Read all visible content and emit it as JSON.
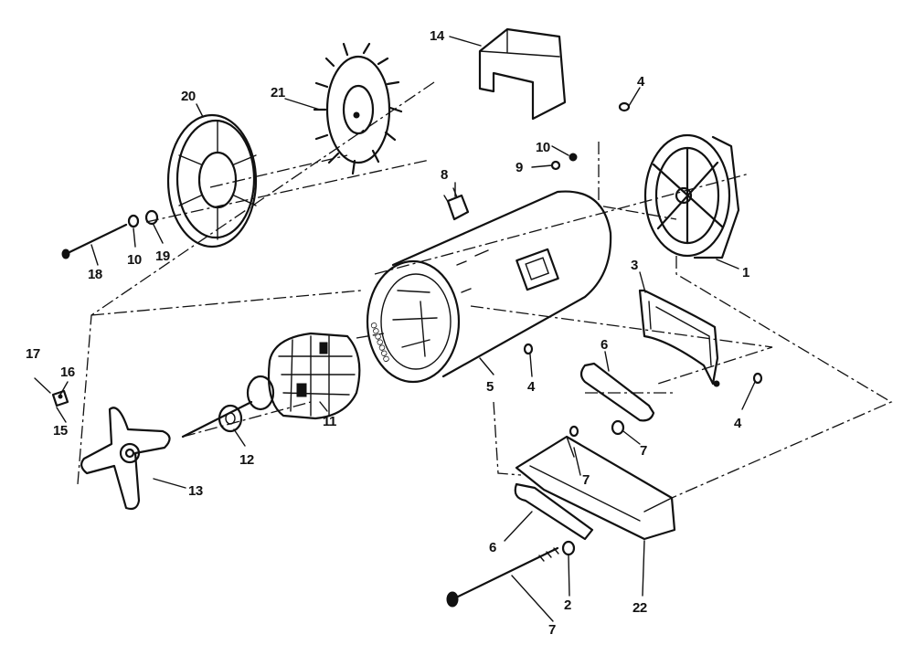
{
  "diagram": {
    "callouts": [
      {
        "id": "c1",
        "label": "1"
      },
      {
        "id": "c2",
        "label": "2"
      },
      {
        "id": "c3",
        "label": "3"
      },
      {
        "id": "c4a",
        "label": "4"
      },
      {
        "id": "c4b",
        "label": "4"
      },
      {
        "id": "c4c",
        "label": "4"
      },
      {
        "id": "c5",
        "label": "5"
      },
      {
        "id": "c6a",
        "label": "6"
      },
      {
        "id": "c6b",
        "label": "6"
      },
      {
        "id": "c7a",
        "label": "7"
      },
      {
        "id": "c7b",
        "label": "7"
      },
      {
        "id": "c7c",
        "label": "7"
      },
      {
        "id": "c8",
        "label": "8"
      },
      {
        "id": "c9",
        "label": "9"
      },
      {
        "id": "c10a",
        "label": "10"
      },
      {
        "id": "c10b",
        "label": "10"
      },
      {
        "id": "c11",
        "label": "11"
      },
      {
        "id": "c12",
        "label": "12"
      },
      {
        "id": "c13",
        "label": "13"
      },
      {
        "id": "c14",
        "label": "14"
      },
      {
        "id": "c15",
        "label": "15"
      },
      {
        "id": "c16",
        "label": "16"
      },
      {
        "id": "c17",
        "label": "17"
      },
      {
        "id": "c18",
        "label": "18"
      },
      {
        "id": "c19",
        "label": "19"
      },
      {
        "id": "c20",
        "label": "20"
      },
      {
        "id": "c21",
        "label": "21"
      },
      {
        "id": "c22",
        "label": "22"
      }
    ]
  },
  "colors": {
    "ink": "#111111",
    "background": "#ffffff"
  }
}
